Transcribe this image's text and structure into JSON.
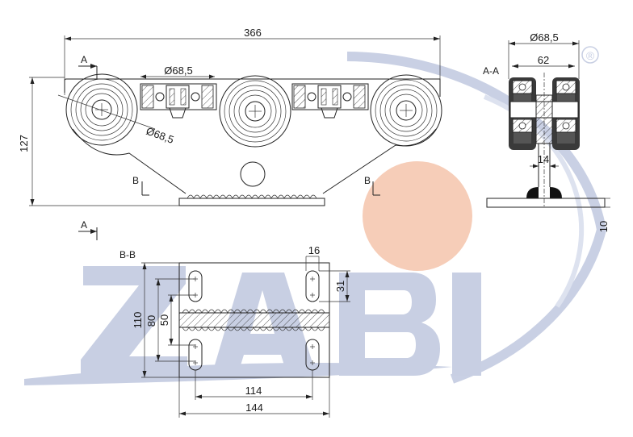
{
  "drawing": {
    "dims": {
      "total_width": "366",
      "wheel_dia_top": "Ø68,5",
      "wheel_dia_diag": "Ø68,5",
      "height": "127",
      "side_dia": "Ø68,5",
      "side_width": "62",
      "stem": "14",
      "plate_thk": "10",
      "slot_w": "16",
      "slot_len": "31",
      "bb_height": "110",
      "bb_80": "80",
      "bb_50": "50",
      "bb_114": "114",
      "bb_144": "144"
    },
    "labels": {
      "A_top": "A",
      "A_bottom": "A",
      "B_left": "B",
      "B_right": "B",
      "section_AA": "A-A",
      "section_BB": "B-B",
      "registered": "®"
    },
    "watermark": {
      "brand": "ZABI",
      "colors": {
        "blue": "#c8cfe3",
        "orange": "#f6cdb8",
        "arc": "#c9d0e4"
      }
    }
  }
}
